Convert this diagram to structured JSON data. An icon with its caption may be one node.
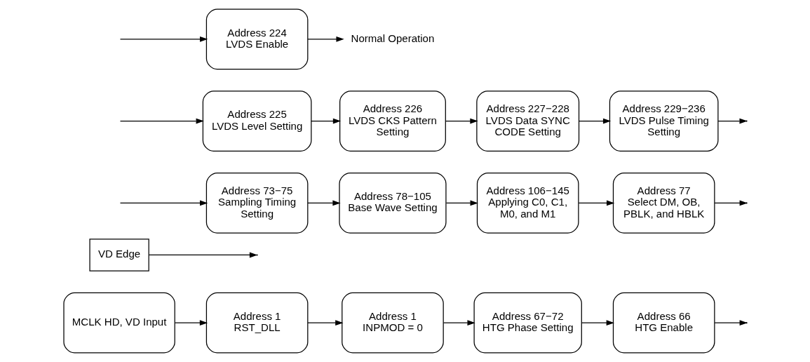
{
  "diagram": {
    "nodes": [
      {
        "text": [
          "MCLK HD, VD Input"
        ]
      },
      {
        "text": [
          "Address 1",
          "RST_DLL"
        ]
      },
      {
        "text": [
          "Address 1",
          "INPMOD = 0"
        ]
      },
      {
        "text": [
          "Address 67−72",
          "HTG Phase Setting"
        ]
      },
      {
        "text": [
          "Address 66",
          "HTG Enable"
        ]
      },
      {
        "text": [
          "VD Edge"
        ]
      },
      {
        "text": [
          "Address 73−75",
          "Sampling Timing Setting"
        ]
      },
      {
        "text": [
          "Address 78−105",
          "Base Wave Setting"
        ]
      },
      {
        "text": [
          "Address 106−145",
          "Applying C0, C1, M0, and M1"
        ]
      },
      {
        "text": [
          "Address 77",
          "Select DM, OB, PBLK, and HBLK"
        ]
      },
      {
        "text": [
          "Address 225",
          "LVDS Level Setting"
        ]
      },
      {
        "text": [
          "Address 226",
          "LVDS CKS Pattern Setting"
        ]
      },
      {
        "text": [
          "Address 227−228",
          "LVDS Data SYNC CODE Setting"
        ]
      },
      {
        "text": [
          "Address 229−236",
          "LVDS Pulse Timing Setting"
        ]
      },
      {
        "text": [
          "Address 224",
          "LVDS Enable"
        ]
      },
      {
        "text": [
          "Normal Operation"
        ]
      }
    ],
    "edges": [
      {
        "from": 0,
        "to": 1,
        "arrow": "to"
      },
      {
        "from": 1,
        "to": 2,
        "arrow": "to"
      },
      {
        "from": 2,
        "to": 3,
        "arrow": "to"
      },
      {
        "from": 3,
        "to": 4,
        "arrow": "to"
      },
      {
        "from": 4,
        "to": null,
        "arrow": "to"
      },
      {
        "from": null,
        "to": 6,
        "arrow": "to"
      },
      {
        "from": 6,
        "to": 7,
        "arrow": "to"
      },
      {
        "from": 7,
        "to": 8,
        "arrow": "to"
      },
      {
        "from": 8,
        "to": 9,
        "arrow": "to"
      },
      {
        "from": 9,
        "to": null,
        "arrow": "to"
      },
      {
        "from": 5,
        "to": null,
        "arrow": "to"
      },
      {
        "from": null,
        "to": 10,
        "arrow": "to"
      },
      {
        "from": 10,
        "to": 11,
        "arrow": "to"
      },
      {
        "from": 11,
        "to": 12,
        "arrow": "to"
      },
      {
        "from": 12,
        "to": 13,
        "arrow": "to"
      },
      {
        "from": 13,
        "to": null,
        "arrow": "to"
      },
      {
        "from": null,
        "to": 14,
        "arrow": "to"
      },
      {
        "from": 14,
        "to": 15,
        "arrow": "to"
      }
    ]
  }
}
